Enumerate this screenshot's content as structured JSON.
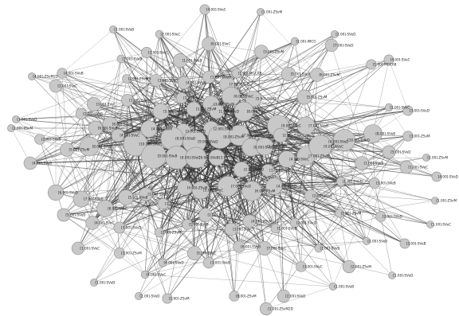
{
  "graph": {
    "node_color": "#c8c8c8",
    "edge_color": "#3a3a3a",
    "background": "#ffffff",
    "nodes": [
      {
        "id": "n1",
        "label": "[4.00]-SVeC",
        "weight": 2
      },
      {
        "id": "n2",
        "label": "[1.00]-ZSvM",
        "weight": 1
      },
      {
        "id": "n3",
        "label": "[2.00]-SVeB",
        "weight": 1
      },
      {
        "id": "n4",
        "label": "[2.00]-SVeC",
        "weight": 1
      },
      {
        "id": "n5",
        "label": "[6.00]-SVeC",
        "weight": 3
      },
      {
        "id": "n6",
        "label": "[3.00]-ZSvM",
        "weight": 3
      },
      {
        "id": "n7",
        "label": "[2.00]-IMCG",
        "weight": 1
      },
      {
        "id": "n8",
        "label": "[7.00]-SVeD",
        "weight": 3
      },
      {
        "id": "n9",
        "label": "[4.00]-SVeC",
        "weight": 2
      },
      {
        "id": "n10",
        "label": "[4.00]-SVeB",
        "weight": 2
      },
      {
        "id": "n11",
        "label": "[4.00]-ZSvM2D",
        "weight": 1
      },
      {
        "id": "n12",
        "label": "[3.00]-SVeB",
        "weight": 2
      },
      {
        "id": "n13",
        "label": "[2.00]-ZSvM3",
        "weight": 1
      },
      {
        "id": "n14",
        "label": "[1.00]-MGCAB",
        "weight": 1
      },
      {
        "id": "n15",
        "label": "[1.00]-SVeB",
        "weight": 2
      },
      {
        "id": "n16",
        "label": "[4.00]-SVeB",
        "weight": 2
      },
      {
        "id": "n17",
        "label": "[7.00]-SVeC",
        "weight": 3
      },
      {
        "id": "n18",
        "label": "[5.00]-SVeB",
        "weight": 3
      },
      {
        "id": "n19",
        "label": "[6.00]-ZSvM",
        "weight": 3
      },
      {
        "id": "n20",
        "label": "[3.00]-SVeC",
        "weight": 3
      },
      {
        "id": "n21",
        "label": "[1.00]-SVeD",
        "weight": 2
      },
      {
        "id": "n22",
        "label": "[1.00]-SVeM",
        "weight": 1
      },
      {
        "id": "n23",
        "label": "[3.00]-ZSvM",
        "weight": 3
      },
      {
        "id": "n24",
        "label": "[6.00]-SVeC",
        "weight": 4
      },
      {
        "id": "n25",
        "label": "[5.00]-SVeD",
        "weight": 3
      },
      {
        "id": "n26",
        "label": "[5.00]-ZSvM",
        "weight": 3
      },
      {
        "id": "n27",
        "label": "[2.00]-SVeB",
        "weight": 2
      },
      {
        "id": "n28",
        "label": "[6.00]-SVeD",
        "weight": 3
      },
      {
        "id": "n29",
        "label": "[5.00]-SVeC",
        "weight": 3
      },
      {
        "id": "n30",
        "label": "[3.00]-ZSvM",
        "weight": 2
      },
      {
        "id": "n31",
        "label": "[1.00]-SVeD",
        "weight": 2
      },
      {
        "id": "n32",
        "label": "[8.00]-SVeC",
        "weight": 4
      },
      {
        "id": "n33",
        "label": "[9.00]-SVeC",
        "weight": 5
      },
      {
        "id": "n34",
        "label": "[7.00]-SVeB",
        "weight": 4
      },
      {
        "id": "n35",
        "label": "[6.00]-SVeB",
        "weight": 3
      },
      {
        "id": "n36",
        "label": "[4.00]-SVeC",
        "weight": 2
      },
      {
        "id": "n37",
        "label": "[4.00]-ZSvM",
        "weight": 3
      },
      {
        "id": "n38",
        "label": "[3.00]-SVeD",
        "weight": 2
      },
      {
        "id": "n39",
        "label": "[2.00]-SVeB",
        "weight": 2
      },
      {
        "id": "n40",
        "label": "[8.00]-SVeB",
        "weight": 5
      },
      {
        "id": "n41",
        "label": "[9.00]-SVeD",
        "weight": 5
      },
      {
        "id": "n42",
        "label": "[8.00]-ZSvM",
        "weight": 5
      },
      {
        "id": "n43",
        "label": "[7.00]-SVeC",
        "weight": 4
      },
      {
        "id": "n44",
        "label": "[6.00]-SVeD",
        "weight": 3
      },
      {
        "id": "n45",
        "label": "[3.00]-SVeB",
        "weight": 3
      },
      {
        "id": "n46",
        "label": "[2.00]-SVeC",
        "weight": 2
      },
      {
        "id": "n47",
        "label": "[4.00]-SVeD",
        "weight": 2
      },
      {
        "id": "n48",
        "label": "[5.00]-ZSvM",
        "weight": 3
      },
      {
        "id": "n49",
        "label": "[8.00]-SVeD",
        "weight": 5
      },
      {
        "id": "n50",
        "label": "[10.00]-SVeC",
        "weight": 6
      },
      {
        "id": "n51",
        "label": "[9.00]-SVeB",
        "weight": 6
      },
      {
        "id": "n52",
        "label": "[8.00]-SVeC",
        "weight": 5
      },
      {
        "id": "n53",
        "label": "[6.00]-SVeB",
        "weight": 4
      },
      {
        "id": "n54",
        "label": "[3.00]-SVeC",
        "weight": 2
      },
      {
        "id": "n55",
        "label": "[2.00]-SVeD",
        "weight": 2
      },
      {
        "id": "n56",
        "label": "[1.00]-ZSvM",
        "weight": 1
      },
      {
        "id": "n57",
        "label": "[4.00]-SVeC",
        "weight": 3
      },
      {
        "id": "n58",
        "label": "[7.00]-ZSvM",
        "weight": 4
      },
      {
        "id": "n59",
        "label": "[9.00]-SVeC",
        "weight": 6
      },
      {
        "id": "n60",
        "label": "[10.00]-SVeD",
        "weight": 6
      },
      {
        "id": "n61",
        "label": "[8.00]-SVeB",
        "weight": 5
      },
      {
        "id": "n62",
        "label": "[5.00]-SVeD",
        "weight": 3
      },
      {
        "id": "n63",
        "label": "[3.00]-ZSvM",
        "weight": 2
      },
      {
        "id": "n64",
        "label": "[2.00]-ZSvM",
        "weight": 1
      },
      {
        "id": "n65",
        "label": "[4.00]-SVeB",
        "weight": 3
      },
      {
        "id": "n66",
        "label": "[6.00]-SVeD",
        "weight": 4
      },
      {
        "id": "n67",
        "label": "[7.00]-SVeB",
        "weight": 4
      },
      {
        "id": "n68",
        "label": "[6.00]-SVeC",
        "weight": 4
      },
      {
        "id": "n69",
        "label": "[5.00]-SVeB",
        "weight": 3
      },
      {
        "id": "n70",
        "label": "[3.00]-SVeD",
        "weight": 2
      },
      {
        "id": "n71",
        "label": "[1.00]-SVeC",
        "weight": 1
      },
      {
        "id": "n72",
        "label": "[4.00]-ZSvM",
        "weight": 2
      },
      {
        "id": "n73",
        "label": "[5.00]-SVeC",
        "weight": 3
      },
      {
        "id": "n74",
        "label": "[7.00]-SVeD",
        "weight": 4
      },
      {
        "id": "n75",
        "label": "[6.00]-ZSvM",
        "weight": 4
      },
      {
        "id": "n76",
        "label": "[4.00]-SVeD",
        "weight": 3
      },
      {
        "id": "n77",
        "label": "[2.00]-SVeB",
        "weight": 2
      },
      {
        "id": "n78",
        "label": "[1.00]-SVeD",
        "weight": 1
      },
      {
        "id": "n79",
        "label": "[3.00]-SVeB",
        "weight": 2
      },
      {
        "id": "n80",
        "label": "[5.00]-SVeB",
        "weight": 3
      },
      {
        "id": "n81",
        "label": "[4.00]-SVeC",
        "weight": 3
      },
      {
        "id": "n82",
        "label": "[3.00]-SVeD",
        "weight": 2
      },
      {
        "id": "n83",
        "label": "[2.00]-ZSvM",
        "weight": 1
      },
      {
        "id": "n84",
        "label": "[1.00]-SVeB",
        "weight": 1
      },
      {
        "id": "n85",
        "label": "[2.00]-SVeC",
        "weight": 2
      },
      {
        "id": "n86",
        "label": "[3.00]-SVeC",
        "weight": 2
      },
      {
        "id": "n87",
        "label": "[4.00]-ZSvM",
        "weight": 2
      },
      {
        "id": "n88",
        "label": "[1.00]-SVeD",
        "weight": 1
      },
      {
        "id": "n89",
        "label": "[2.00]-SVeD",
        "weight": 1
      },
      {
        "id": "n90",
        "label": "[1.00]-ZSvM",
        "weight": 1
      },
      {
        "id": "n91",
        "label": "[2.00]-SVeB",
        "weight": 1
      },
      {
        "id": "n92",
        "label": "[3.00]-SVeB",
        "weight": 2
      },
      {
        "id": "n93",
        "label": "[1.00]-SVeC",
        "weight": 1
      },
      {
        "id": "n94",
        "label": "[2.00]-ZSvM",
        "weight": 1
      },
      {
        "id": "n95",
        "label": "[4.00]-SVeD",
        "weight": 2
      },
      {
        "id": "n96",
        "label": "[3.00]-SVeD",
        "weight": 2
      },
      {
        "id": "n97",
        "label": "[2.00]-SVeC",
        "weight": 1
      },
      {
        "id": "n98",
        "label": "[1.00]-SVeB",
        "weight": 1
      }
    ]
  }
}
